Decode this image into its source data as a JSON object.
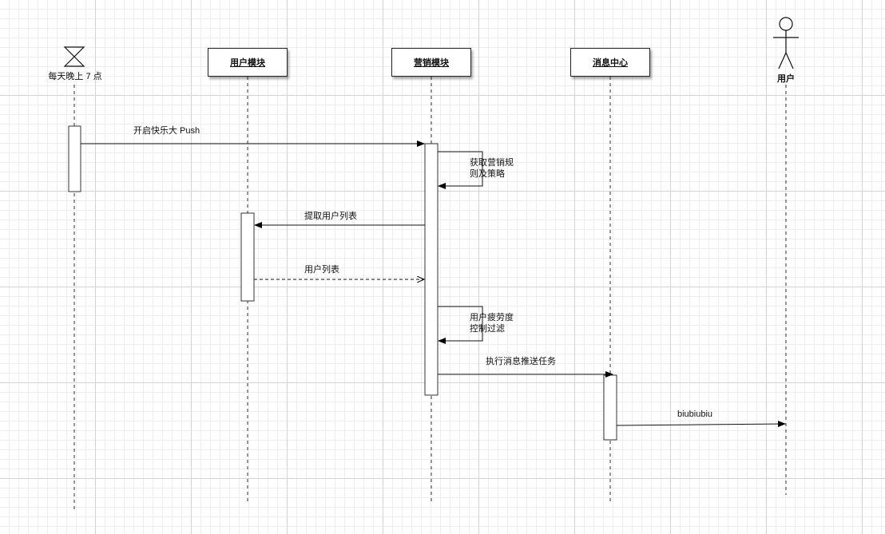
{
  "participants": {
    "timer": {
      "label": "每天晚上 7 点"
    },
    "user_module": {
      "label": "用户模块"
    },
    "marketing_module": {
      "label": "营销模块"
    },
    "message_center": {
      "label": "消息中心"
    },
    "user": {
      "label": "用户"
    }
  },
  "messages": [
    {
      "label": "开启快乐大 Push"
    },
    {
      "label_line1": "获取营销规",
      "label_line2": "则及策略"
    },
    {
      "label": "提取用户列表"
    },
    {
      "label": "用户列表"
    },
    {
      "label_line1": "用户疲劳度",
      "label_line2": "控制过滤"
    },
    {
      "label": "执行消息推送任务"
    },
    {
      "label": "biubiubiu"
    }
  ]
}
